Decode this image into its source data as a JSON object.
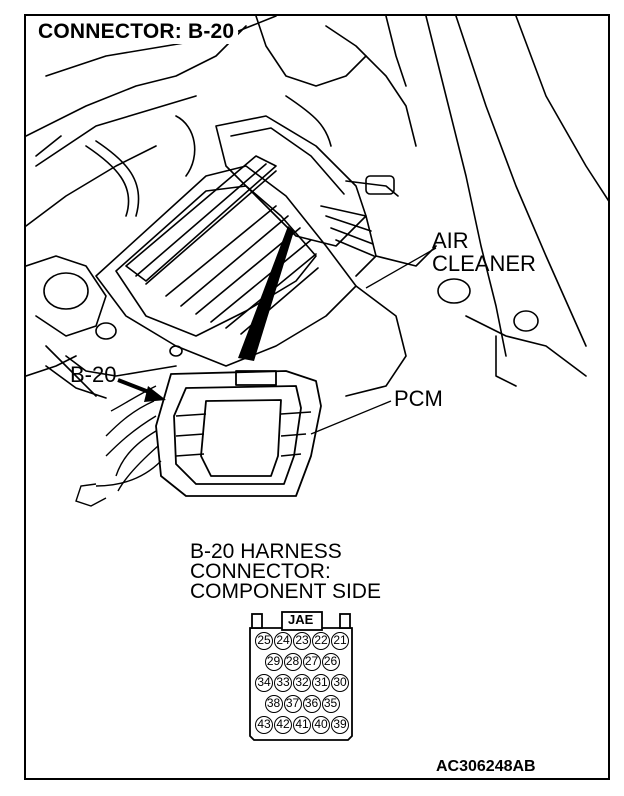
{
  "title": "CONNECTOR: B-20",
  "labels": {
    "air_cleaner_line1": "AIR",
    "air_cleaner_line2": "CLEANER",
    "connector_callout": "B-20",
    "pcm": "PCM"
  },
  "caption": {
    "line1": "B-20 HARNESS",
    "line2": "CONNECTOR:",
    "line3": "COMPONENT SIDE"
  },
  "connector": {
    "tab_label": "JAE",
    "rows": [
      [
        "25",
        "24",
        "23",
        "22",
        "21"
      ],
      [
        "29",
        "28",
        "27",
        "26"
      ],
      [
        "34",
        "33",
        "32",
        "31",
        "30"
      ],
      [
        "38",
        "37",
        "36",
        "35"
      ],
      [
        "43",
        "42",
        "41",
        "40",
        "39"
      ]
    ]
  },
  "figure_id": "AC306248AB"
}
